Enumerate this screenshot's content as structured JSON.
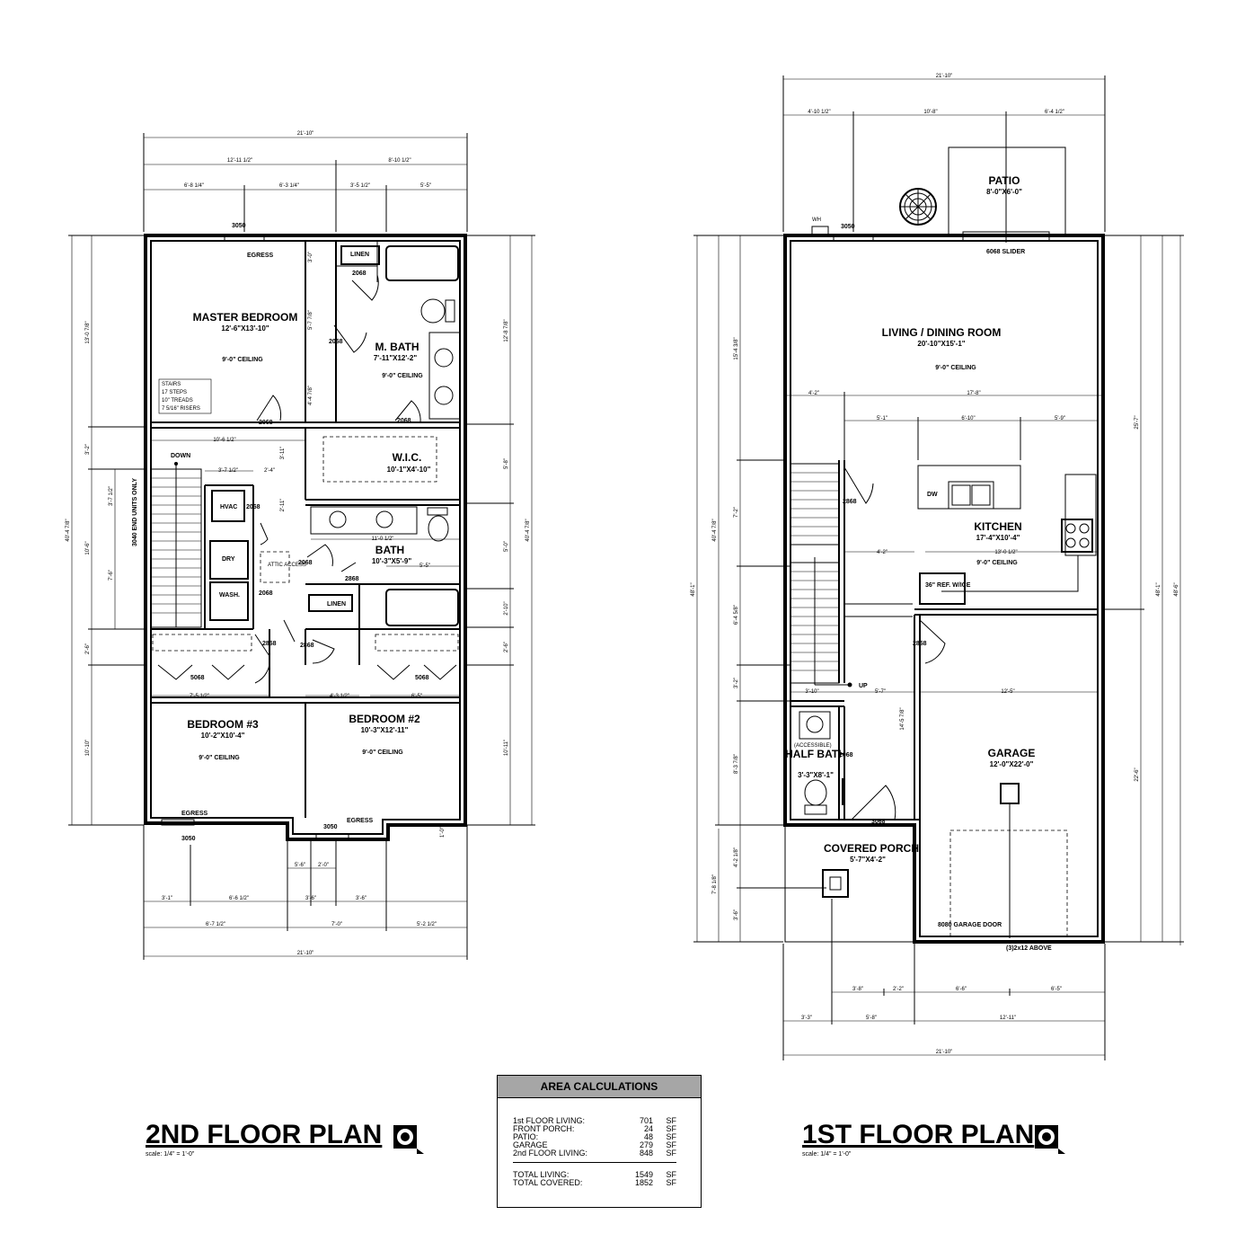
{
  "second_floor": {
    "title": "2ND FLOOR PLAN",
    "scale": "scale: 1/4\" = 1'-0\"",
    "rooms": {
      "master_bedroom": {
        "name": "MASTER BEDROOM",
        "size": "12'-6\"X13'-10\"",
        "ceiling": "9'-0\" CEILING"
      },
      "m_bath": {
        "name": "M. BATH",
        "size": "7'-11\"X12'-2\"",
        "ceiling": "9'-0\" CEILING"
      },
      "wic": {
        "name": "W.I.C.",
        "size": "10'-1\"X4'-10\""
      },
      "bath": {
        "name": "BATH",
        "size": "10'-3\"X5'-9\""
      },
      "bedroom3": {
        "name": "BEDROOM #3",
        "size": "10'-2\"X10'-4\"",
        "ceiling": "9'-0\" CEILING"
      },
      "bedroom2": {
        "name": "BEDROOM #2",
        "size": "10'-3\"X12'-11\"",
        "ceiling": "9'-0\" CEILING"
      }
    },
    "labels": {
      "egress_top": "EGRESS",
      "egress_b3": "EGRESS",
      "egress_b2": "EGRESS",
      "linen_top": "LINEN",
      "linen_mid": "LINEN",
      "hvac": "HVAC",
      "dry": "DRY",
      "wash": "WASH.",
      "attic": "ATTIC ACCESS",
      "down": "DOWN",
      "end_units": "3040 END UNITS ONLY",
      "stairs_note": [
        "STAIRS",
        "17 STEPS",
        "10\" TREADS",
        "7 5/16\" RISERS"
      ]
    },
    "doors": [
      "3050",
      "2068",
      "2068",
      "2068",
      "2068",
      "2068",
      "2068",
      "2868",
      "2868",
      "5068",
      "5068",
      "2868",
      "3050",
      "3050",
      "2068"
    ],
    "dims": {
      "top_overall": "21'-10\"",
      "top_left": "12'-11 1/2\"",
      "top_right": "8'-10 1/2\"",
      "top_a": "6'-8 1/4\"",
      "top_b": "6'-3 1/4\"",
      "top_c": "3'-5 1/2\"",
      "top_d": "5'-5\"",
      "left_total": "40'-4 7/8\"",
      "left_a": "13'-0 7/8\"",
      "left_b": "3'-2\"",
      "left_c": "10'-6\"",
      "left_d": "2'-6\"",
      "left_e": "10'-10\"",
      "right_total": "40'-4 7/8\"",
      "right_a": "12'-8 7/8\"",
      "right_b": "5'-8\"",
      "right_c": "5'-0\"",
      "right_d": "2'-10\"",
      "right_e": "2'-6\"",
      "right_f": "10'-11\"",
      "inner_1": "10'-6 1/2\"",
      "inner_2": "3'-7 1/2\"",
      "inner_3": "2'-4\"",
      "inner_4": "11'-0 1/2\"",
      "inner_5": "5'-5\"",
      "inner_6": "7'-5 1/2\"",
      "inner_7": "4'-3 1/2\"",
      "inner_8": "6'-5\"",
      "inner_9": "3'-7 1/2\"",
      "inner_10": "3'-11\"",
      "inner_11": "2'-11\"",
      "inner_12": "7'-6\"",
      "inner_13": "5'-7 7/8\"",
      "inner_14": "4'-4 7/8\"",
      "inner_15": "3'-0\"",
      "inner_16": "1'-0\"",
      "bot_a": "3'-1\"",
      "bot_b": "6'-6 1/2\"",
      "bot_c": "3'-6\"",
      "bot_d": "3'-6\"",
      "bot_e": "2'-0\"",
      "bot_f": "5'-6\"",
      "bot_g": "6'-7 1/2\"",
      "bot_h": "7'-0\"",
      "bot_i": "5'-2 1/2\"",
      "bot_overall": "21'-10\""
    }
  },
  "first_floor": {
    "title": "1ST FLOOR PLAN",
    "scale": "scale: 1/4\" = 1'-0\"",
    "rooms": {
      "patio": {
        "name": "PATIO",
        "size": "8'-0\"X6'-0\""
      },
      "living": {
        "name": "LIVING / DINING ROOM",
        "size": "20'-10\"X15'-1\"",
        "ceiling": "9'-0\" CEILING"
      },
      "kitchen": {
        "name": "KITCHEN",
        "size": "17'-4\"X10'-4\"",
        "ceiling": "9'-0\" CEILING"
      },
      "garage": {
        "name": "GARAGE",
        "size": "12'-0\"X22'-0\""
      },
      "half_bath": {
        "name": "HALF BATH",
        "note": "(ACCESSIBLE)",
        "size": "3'-3\"X8'-1\""
      },
      "porch": {
        "name": "COVERED PORCH",
        "size": "5'-7\"X4'-2\""
      }
    },
    "labels": {
      "wh": "WH",
      "slider": "6068 SLIDER",
      "dw": "DW",
      "ref": "36\" REF. W/ICE",
      "up": "UP",
      "garage_door": "8080 GARAGE DOOR",
      "header": "(3)2x12 ABOVE"
    },
    "doors": [
      "3050",
      "2868",
      "2868",
      "2068",
      "3068"
    ],
    "dims": {
      "top_overall": "21'-10\"",
      "top_a": "4'-10 1/2\"",
      "top_b": "10'-8\"",
      "top_c": "6'-4 1/2\"",
      "mid_a": "4'-2\"",
      "mid_b": "17'-8\"",
      "k_a": "5'-1\"",
      "k_b": "6'-10\"",
      "k_c": "5'-9\"",
      "k_d": "4'-2\"",
      "k_e": "13'-0 1/2\"",
      "g_a": "3'-10\"",
      "g_b": "5'-7\"",
      "g_c": "12'-5\"",
      "left_a": "15'-4 3/8\"",
      "left_b": "7'-2\"",
      "left_c": "6'-4 5/8\"",
      "left_d": "3'-2\"",
      "left_e": "8'-3 7/8\"",
      "left_f": "4'-2 1/8\"",
      "left_g": "3'-6\"",
      "left_mid": "40'-4 7/8\"",
      "left_low": "7'-8 1/8\"",
      "left_total": "48'-1\"",
      "right_a": "25'-7\"",
      "right_b": "22'-6\"",
      "right_total": "48'-1\"",
      "right_outer": "48'-6\"",
      "inner_a": "14'-5 7/8\"",
      "bot_a": "3'-8\"",
      "bot_b": "2'-2\"",
      "bot_c": "6'-6\"",
      "bot_d": "6'-5\"",
      "bot_e": "3'-3\"",
      "bot_f": "5'-8\"",
      "bot_g": "12'-11\"",
      "bot_overall": "21'-10\""
    }
  },
  "area_calculations": {
    "title": "AREA CALCULATIONS",
    "rows": [
      {
        "label": "1st FLOOR LIVING:",
        "value": "701",
        "unit": "SF"
      },
      {
        "label": "FRONT PORCH:",
        "value": "24",
        "unit": "SF"
      },
      {
        "label": "PATIO:",
        "value": "48",
        "unit": "SF"
      },
      {
        "label": "GARAGE",
        "value": "279",
        "unit": "SF"
      },
      {
        "label": "2nd FLOOR LIVING:",
        "value": "848",
        "unit": "SF"
      }
    ],
    "totals": [
      {
        "label": "TOTAL LIVING:",
        "value": "1549",
        "unit": "SF"
      },
      {
        "label": "TOTAL COVERED:",
        "value": "1852",
        "unit": "SF"
      }
    ]
  }
}
